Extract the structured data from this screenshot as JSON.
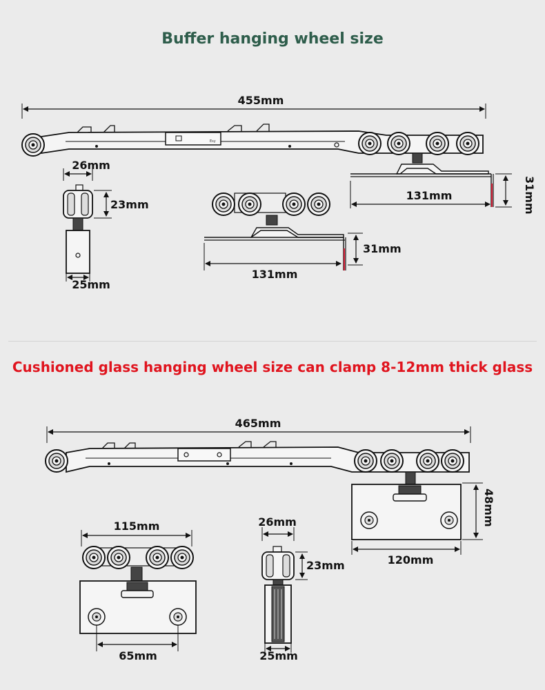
{
  "colors": {
    "background": "#ebebeb",
    "title_green": "#2e5d4b",
    "title_red": "#e0141e",
    "line": "#111111",
    "accent_red": "#d8233a"
  },
  "section1": {
    "title": "Buffer hanging wheel size",
    "dims": {
      "total_length": "455mm",
      "wheel_width": "26mm",
      "wheel_height": "23mm",
      "bracket_width": "25mm",
      "plate_length_right": "131mm",
      "plate_height_right": "31mm",
      "plate_length_center": "131mm",
      "plate_height_center": "31mm"
    }
  },
  "section2": {
    "title": "Cushioned glass hanging wheel size can clamp 8-12mm thick glass",
    "dims": {
      "total_length": "465mm",
      "clamp_height": "48mm",
      "clamp_length_right": "120mm",
      "wheel_span": "115mm",
      "hole_spacing": "65mm",
      "wheel_width": "26mm",
      "wheel_height": "23mm",
      "bracket_width": "25mm"
    }
  }
}
